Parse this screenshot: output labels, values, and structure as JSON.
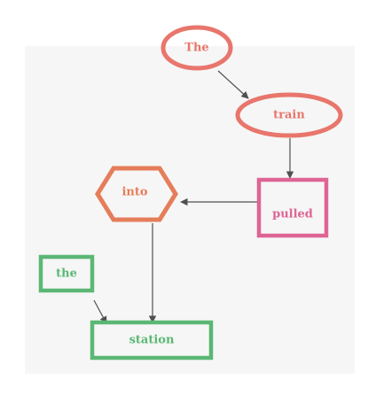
{
  "colors": {
    "ellipse": "#e8766c",
    "hexagon": "#e57d5a",
    "pulled": "#de6494",
    "green": "#5bb774",
    "edge": "#4f4f4f"
  },
  "nodes": {
    "the_cap": {
      "label": "The"
    },
    "train": {
      "label": "train"
    },
    "pulled": {
      "label": "pulled"
    },
    "into": {
      "label": "into"
    },
    "the_lower": {
      "label": "the"
    },
    "station": {
      "label": "station"
    }
  }
}
